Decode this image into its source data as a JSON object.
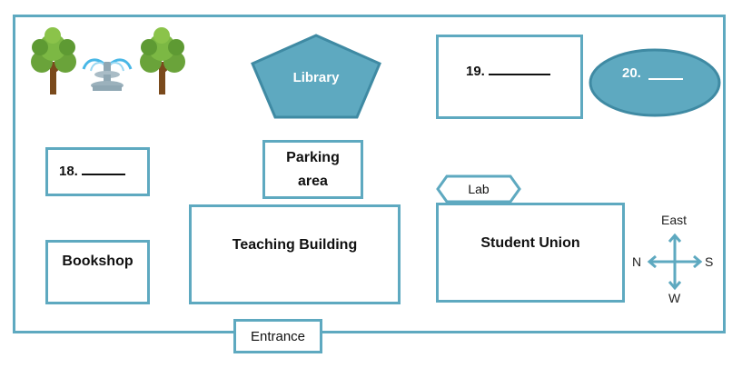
{
  "shapes": {
    "library": "Library",
    "q19": "19.",
    "q20": "20.",
    "q18": "18.",
    "parking_line1": "Parking",
    "parking_line2": "area",
    "lab": "Lab",
    "bookshop": "Bookshop",
    "teaching_building": "Teaching Building",
    "student_union": "Student Union",
    "entrance": "Entrance"
  },
  "compass": {
    "top": "East",
    "left": "N",
    "right": "S",
    "bottom": "W"
  },
  "colors": {
    "border": "#5ea9c0",
    "fill": "#5ea9c0",
    "fill_dark": "#3f8aa3",
    "text": "#111111"
  },
  "icons": [
    "tree-icon",
    "fountain-icon",
    "tree-icon"
  ]
}
